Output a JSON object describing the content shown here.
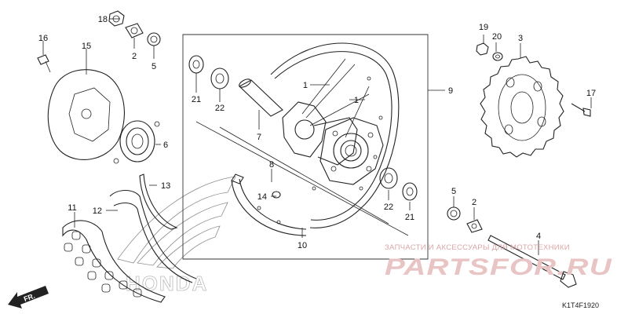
{
  "diagram": {
    "code": "K1T4F1920",
    "direction_label": "FR.",
    "brand_watermark": "HONDA",
    "watermark": {
      "tagline": "ЗАПЧАСТИ И АКСЕССУАРЫ ДЛЯ МОТОТЕХНИКИ",
      "site": "PARTSFOR.RU"
    },
    "callouts": {
      "c1a": "1",
      "c1b": "1",
      "c2a": "2",
      "c2b": "2",
      "c3": "3",
      "c4": "4",
      "c5a": "5",
      "c5b": "5",
      "c6": "6",
      "c7": "7",
      "c8": "8",
      "c9": "9",
      "c10": "10",
      "c11": "11",
      "c12": "12",
      "c13": "13",
      "c14": "14",
      "c15": "15",
      "c16": "16",
      "c17": "17",
      "c18": "18",
      "c19": "19",
      "c20": "20",
      "c21a": "21",
      "c21b": "21",
      "c22a": "22",
      "c22b": "22"
    }
  }
}
